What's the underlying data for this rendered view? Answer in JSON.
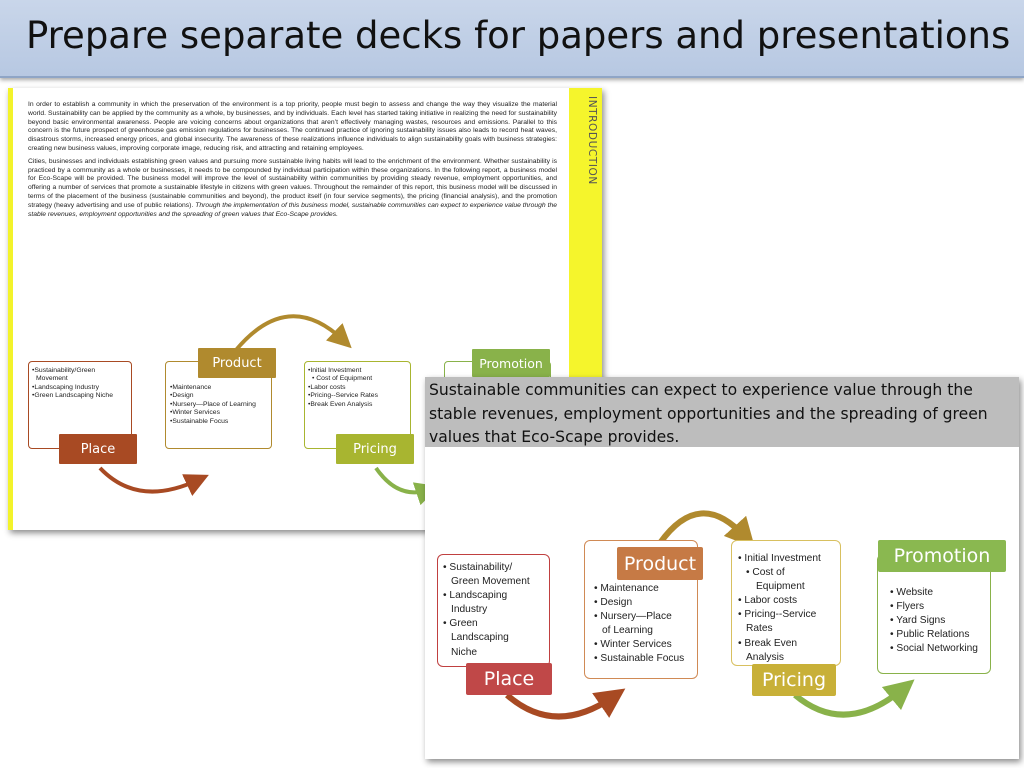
{
  "title": "Prepare separate decks for papers and presentations",
  "paper": {
    "side_tab": "INTRODUCTION",
    "paragraph1": "In order to establish a community in which the preservation of the environment is a top priority, people must begin to assess and change the way they visualize the material world. Sustainability can be applied by the community as a whole, by businesses, and by individuals.  Each level has started taking initiative in realizing the need for sustainability beyond basic environmental awareness. People are voicing concerns about organizations that aren’t effectively managing wastes, resources and emissions. Parallel to this concern is the future prospect of greenhouse gas emission regulations for businesses.  The continued practice of ignoring sustainability issues also leads to record heat waves, disastrous storms, increased energy prices, and global insecurity. The awareness of these realizations influence individuals to align sustainability goals with business strategies:  creating new business values, improving corporate image, reducing risk, and attracting and retaining employees.",
    "paragraph2": "Cities, businesses and individuals establishing green values and pursuing more sustainable living habits will lead to the enrichment of the environment.  Whether sustainability is practiced by a community as a whole or businesses, it needs to be compounded by individual participation within these organizations.  In the following report, a business model for Eco-Scape will be provided.  The business model will improve the level of sustainability within communities by providing steady revenue, employment opportunities, and offering a number of services that promote a sustainable lifestyle in citizens with green values.  Throughout the remainder of this report, this business model will be discussed in terms of the placement of the business (sustainable communities and beyond), the product itself (in four service segments), the pricing (financial analysis), and the promotion strategy (heavy advertising and use of public relations).",
    "paragraph2_italic": "Through the implementation of this business model, sustainable communities can expect to experience value through the stable revenues, employment opportunities and the spreading of green values that Eco-Scape provides.",
    "diagram": {
      "place": {
        "label": "Place",
        "items": [
          "•Sustainability/Green",
          "  Movement",
          "•Landscaping Industry",
          "•Green Landscaping Niche"
        ]
      },
      "product": {
        "label": "Product",
        "items": [
          "•Maintenance",
          "•Design",
          "•Nursery—Place of Learning",
          "•Winter Services",
          "•Sustainable Focus"
        ]
      },
      "pricing": {
        "label": "Pricing",
        "items": [
          "•Initial Investment",
          "  •  Cost of Equipment",
          "•Labor costs",
          "•Pricing--Service Rates",
          "•Break Even Analysis"
        ]
      },
      "promotion": {
        "label": "Promotion"
      }
    }
  },
  "slide": {
    "header": "Sustainable communities can expect to experience value through the stable revenues, employment opportunities and the spreading of green values that Eco-Scape provides.",
    "diagram": {
      "place": {
        "label": "Place",
        "items": [
          "• Sustainability/",
          "   Green Movement",
          "• Landscaping",
          "   Industry",
          "• Green",
          "   Landscaping",
          "   Niche"
        ]
      },
      "product": {
        "label": "Product",
        "items": [
          "• Maintenance",
          "• Design",
          "• Nursery—Place",
          "   of Learning",
          "• Winter Services",
          "• Sustainable Focus"
        ]
      },
      "pricing": {
        "label": "Pricing",
        "items": [
          "• Initial Investment",
          "   •  Cost of",
          "      Equipment",
          "• Labor costs",
          "• Pricing--Service",
          "   Rates",
          "• Break Even",
          "   Analysis"
        ]
      },
      "promotion": {
        "label": "Promotion",
        "items": [
          "• Website",
          "• Flyers",
          "• Yard Signs",
          "• Public Relations",
          "• Social Networking"
        ]
      }
    }
  },
  "colors": {
    "place": "#a84a23",
    "product": "#b08a2e",
    "pricing": "#a8b530",
    "promotion": "#89b24a",
    "highlight": "#f5f52c"
  }
}
